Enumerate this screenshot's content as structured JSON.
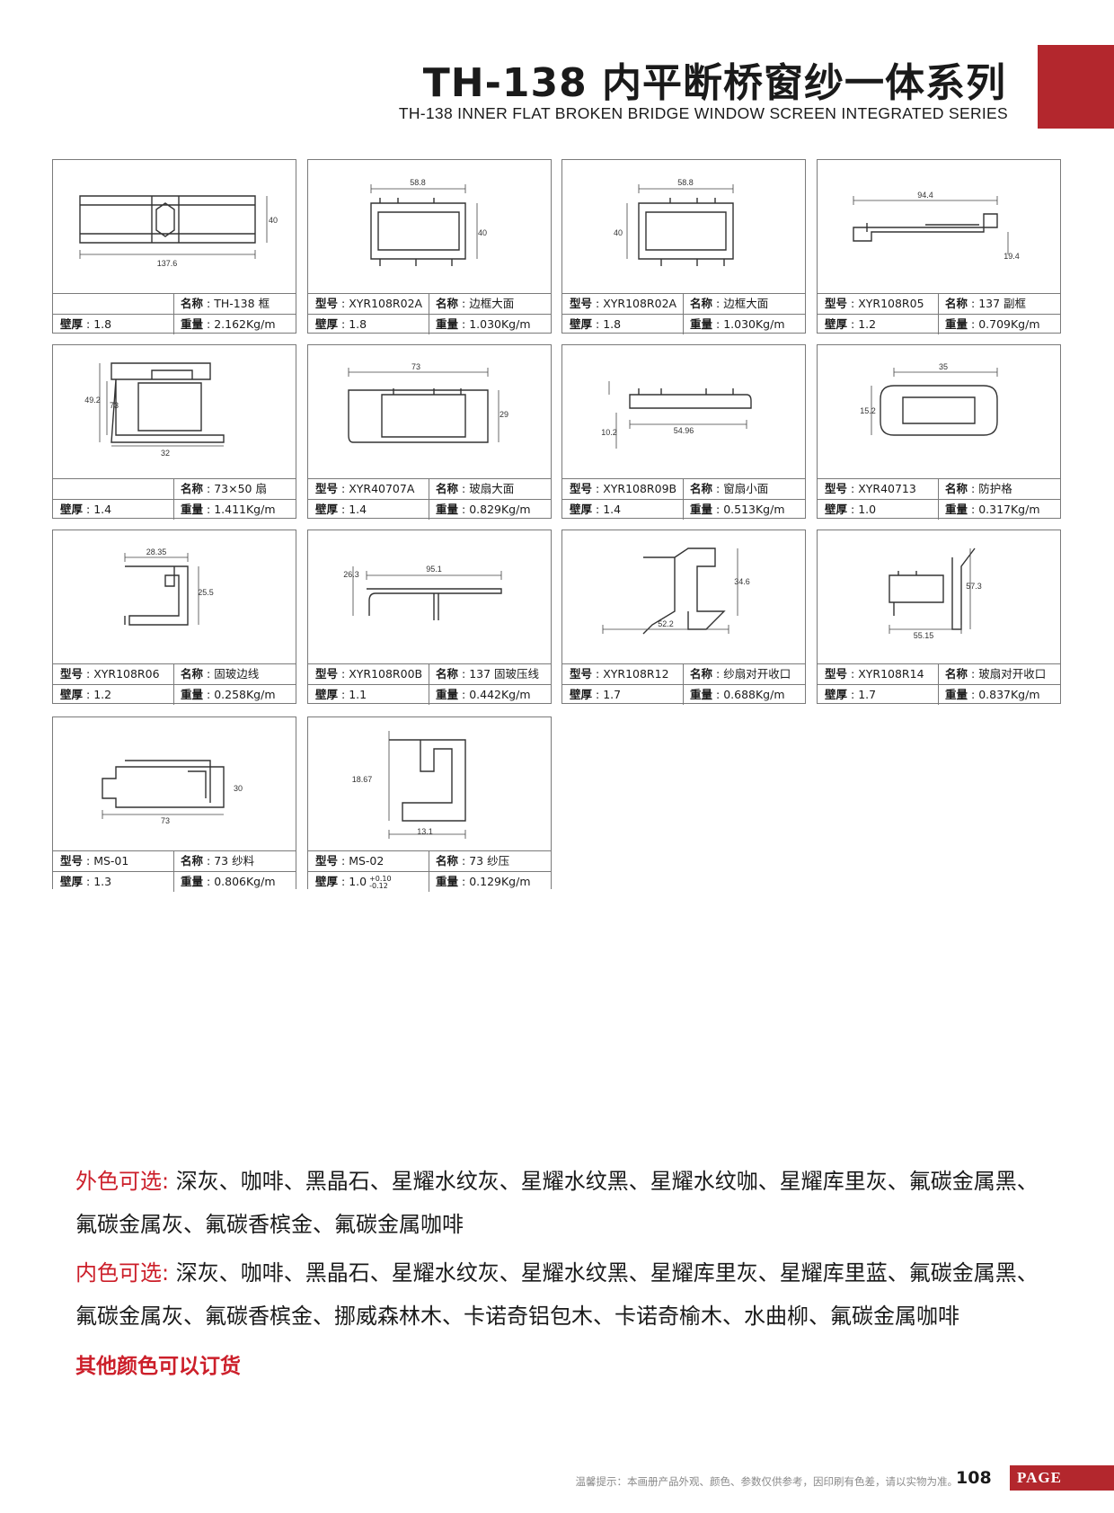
{
  "header": {
    "title": "TH-138 内平断桥窗纱一体系列",
    "subtitle": "TH-138 INNER FLAT BROKEN BRIDGE WINDOW SCREEN INTEGRATED SERIES"
  },
  "labels": {
    "model": "型号",
    "name": "名称",
    "wall": "壁厚",
    "weight": "重量"
  },
  "profiles": [
    {
      "model": "",
      "name": "TH-138 框",
      "wall": "1.8",
      "weight": "2.162Kg/m",
      "dims": [
        "137.6",
        "40"
      ]
    },
    {
      "model": "XYR108R02A",
      "name": "边框大面",
      "wall": "1.8",
      "weight": "1.030Kg/m",
      "dims": [
        "58.8",
        "40"
      ]
    },
    {
      "model": "XYR108R02A",
      "name": "边框大面",
      "wall": "1.8",
      "weight": "1.030Kg/m",
      "dims": [
        "58.8",
        "40"
      ]
    },
    {
      "model": "XYR108R05",
      "name": "137 副框",
      "wall": "1.2",
      "weight": "0.709Kg/m",
      "dims": [
        "94.4",
        "19.4"
      ]
    },
    {
      "model": "",
      "name": "73×50 扇",
      "wall": "1.4",
      "weight": "1.411Kg/m",
      "dims": [
        "49.2",
        "32",
        "73"
      ]
    },
    {
      "model": "XYR40707A",
      "name": "玻扇大面",
      "wall": "1.4",
      "weight": "0.829Kg/m",
      "dims": [
        "73",
        "29"
      ]
    },
    {
      "model": "XYR108R09B",
      "name": "窗扇小面",
      "wall": "1.4",
      "weight": "0.513Kg/m",
      "dims": [
        "54.96",
        "10.2"
      ]
    },
    {
      "model": "XYR40713",
      "name": "防护格",
      "wall": "1.0",
      "weight": "0.317Kg/m",
      "dims": [
        "35",
        "15.2"
      ]
    },
    {
      "model": "XYR108R06",
      "name": "固玻边线",
      "wall": "1.2",
      "weight": "0.258Kg/m",
      "dims": [
        "28.35",
        "25.5"
      ]
    },
    {
      "model": "XYR108R00B",
      "name": "137 固玻压线",
      "wall": "1.1",
      "weight": "0.442Kg/m",
      "dims": [
        "95.1",
        "26.3"
      ]
    },
    {
      "model": "XYR108R12",
      "name": "纱扇对开收口",
      "wall": "1.7",
      "weight": "0.688Kg/m",
      "dims": [
        "52.2",
        "34.6"
      ]
    },
    {
      "model": "XYR108R14",
      "name": "玻扇对开收口",
      "wall": "1.7",
      "weight": "0.837Kg/m",
      "dims": [
        "55.15",
        "57.3"
      ]
    },
    {
      "model": "MS-01",
      "name": "73 纱料",
      "wall": "1.3",
      "weight": "0.806Kg/m",
      "dims": [
        "73",
        "30"
      ]
    },
    {
      "model": "MS-02",
      "name": "73 纱压",
      "wall": "1.0",
      "wall_tol_plus": "+0.10",
      "wall_tol_minus": "-0.12",
      "weight": "0.129Kg/m",
      "dims": [
        "18.67",
        "13.1"
      ]
    }
  ],
  "outer_colors": {
    "label": "外色可选:",
    "line1": "深灰、咖啡、黑晶石、星耀水纹灰、星耀水纹黑、星耀水纹咖、星耀库里灰、氟碳金属黑、",
    "line2": "氟碳金属灰、氟碳香槟金、氟碳金属咖啡"
  },
  "inner_colors": {
    "label": "内色可选:",
    "line1": "深灰、咖啡、黑晶石、星耀水纹灰、星耀水纹黑、星耀库里灰、星耀库里蓝、氟碳金属黑、",
    "line2": "氟碳金属灰、氟碳香槟金、挪威森林木、卡诺奇铝包木、卡诺奇榆木、水曲柳、氟碳金属咖啡"
  },
  "order_note": "其他颜色可以订货",
  "footer": {
    "note": "温馨提示：本画册产品外观、颜色、参数仅供参考，因印刷有色差，请以实物为准。",
    "page_number": "108",
    "page_label": "PAGE"
  },
  "accent_color": "#b3272d"
}
